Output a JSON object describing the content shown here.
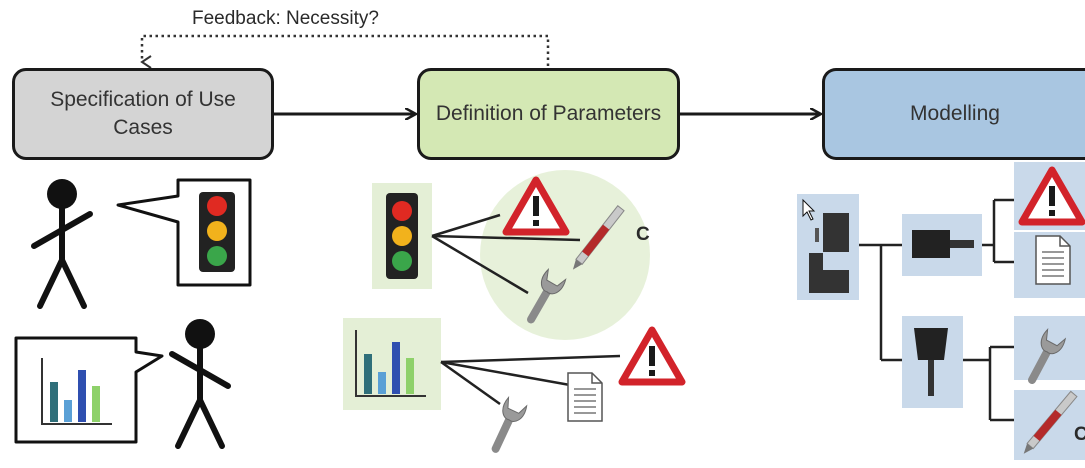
{
  "feedback": {
    "label": "Feedback: Necessity?"
  },
  "steps": [
    {
      "label": "Specification of Use\nCases",
      "fill": "#d4d4d4"
    },
    {
      "label": "Definition of Parameters",
      "fill": "#d4e8b4"
    },
    {
      "label": "Modelling",
      "fill": "#a9c6e1"
    }
  ],
  "icons": {
    "traffic_light": [
      "#e02a22",
      "#f2b21c",
      "#3aa64a"
    ],
    "warning_color": "#d2232a",
    "chart_bar_colors": [
      "#2f6f7a",
      "#5aa0d6",
      "#2f4fb0",
      "#8ed16a"
    ]
  },
  "labels": {
    "c_middle": "C",
    "c_right": "C"
  },
  "colors": {
    "panel_green": "#e4efd6",
    "panel_blue": "#c9d9ea",
    "line": "#1a1a1a",
    "dotted": "#333333"
  }
}
